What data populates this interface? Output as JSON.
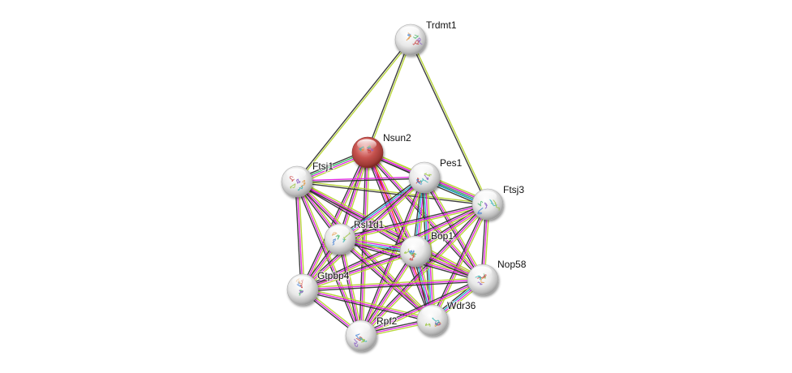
{
  "title": "Protein interaction network",
  "colors": {
    "query_node": "#c0504d",
    "node": "#e6e6e6",
    "edge_textmining": "#b5d432",
    "edge_coexpression": "#333333",
    "edge_experiments": "#e020e0",
    "edge_databases": "#20b0d0",
    "edge_neighborhood": "#30c060",
    "edge_fusion": "#ff2020"
  },
  "nodes": [
    {
      "id": "Trdmt1",
      "label": "Trdmt1",
      "query": false
    },
    {
      "id": "Nsun2",
      "label": "Nsun2",
      "query": true
    },
    {
      "id": "Ftsj1",
      "label": "Ftsj1",
      "query": false
    },
    {
      "id": "Pes1",
      "label": "Pes1",
      "query": false
    },
    {
      "id": "Ftsj3",
      "label": "Ftsj3",
      "query": false
    },
    {
      "id": "Rsl1d1",
      "label": "Rsl1d1",
      "query": false
    },
    {
      "id": "Bop1",
      "label": "Bop1",
      "query": false
    },
    {
      "id": "Gtpbp4",
      "label": "Gtpbp4",
      "query": false
    },
    {
      "id": "Nop58",
      "label": "Nop58",
      "query": false
    },
    {
      "id": "Wdr36",
      "label": "Wdr36",
      "query": false
    },
    {
      "id": "Rpf2",
      "label": "Rpf2",
      "query": false
    }
  ],
  "edges": [
    {
      "a": "Trdmt1",
      "b": "Nsun2",
      "types": [
        "textmining",
        "coexpression"
      ]
    },
    {
      "a": "Trdmt1",
      "b": "Ftsj1",
      "types": [
        "textmining",
        "coexpression"
      ]
    },
    {
      "a": "Trdmt1",
      "b": "Ftsj3",
      "types": [
        "textmining",
        "coexpression"
      ]
    },
    {
      "a": "Nsun2",
      "b": "Ftsj1",
      "types": [
        "textmining",
        "experiments",
        "neighborhood",
        "coexpression"
      ]
    },
    {
      "a": "Nsun2",
      "b": "Pes1",
      "types": [
        "textmining",
        "experiments",
        "coexpression"
      ]
    },
    {
      "a": "Nsun2",
      "b": "Ftsj3",
      "types": [
        "textmining",
        "experiments",
        "coexpression"
      ]
    },
    {
      "a": "Nsun2",
      "b": "Rsl1d1",
      "types": [
        "textmining",
        "experiments",
        "coexpression"
      ]
    },
    {
      "a": "Nsun2",
      "b": "Bop1",
      "types": [
        "textmining",
        "experiments",
        "coexpression"
      ]
    },
    {
      "a": "Nsun2",
      "b": "Gtpbp4",
      "types": [
        "textmining",
        "experiments",
        "coexpression"
      ]
    },
    {
      "a": "Nsun2",
      "b": "Nop58",
      "types": [
        "textmining",
        "experiments",
        "coexpression"
      ]
    },
    {
      "a": "Nsun2",
      "b": "Wdr36",
      "types": [
        "fusion",
        "experiments",
        "coexpression"
      ]
    },
    {
      "a": "Nsun2",
      "b": "Rpf2",
      "types": [
        "textmining",
        "experiments",
        "coexpression"
      ]
    },
    {
      "a": "Ftsj1",
      "b": "Pes1",
      "types": [
        "experiments",
        "coexpression"
      ]
    },
    {
      "a": "Ftsj1",
      "b": "Ftsj3",
      "types": [
        "textmining",
        "coexpression"
      ]
    },
    {
      "a": "Ftsj1",
      "b": "Rsl1d1",
      "types": [
        "textmining",
        "experiments",
        "coexpression"
      ]
    },
    {
      "a": "Ftsj1",
      "b": "Bop1",
      "types": [
        "textmining",
        "experiments",
        "coexpression"
      ]
    },
    {
      "a": "Ftsj1",
      "b": "Gtpbp4",
      "types": [
        "textmining",
        "experiments",
        "coexpression"
      ]
    },
    {
      "a": "Ftsj1",
      "b": "Nop58",
      "types": [
        "textmining",
        "experiments",
        "coexpression"
      ]
    },
    {
      "a": "Ftsj1",
      "b": "Wdr36",
      "types": [
        "textmining",
        "experiments",
        "coexpression"
      ]
    },
    {
      "a": "Ftsj1",
      "b": "Rpf2",
      "types": [
        "textmining",
        "experiments",
        "coexpression"
      ]
    },
    {
      "a": "Pes1",
      "b": "Ftsj3",
      "types": [
        "textmining",
        "experiments",
        "neighborhood",
        "databases",
        "coexpression"
      ]
    },
    {
      "a": "Pes1",
      "b": "Rsl1d1",
      "types": [
        "textmining",
        "experiments",
        "databases",
        "coexpression"
      ]
    },
    {
      "a": "Pes1",
      "b": "Bop1",
      "types": [
        "textmining",
        "experiments",
        "databases",
        "coexpression"
      ]
    },
    {
      "a": "Pes1",
      "b": "Gtpbp4",
      "types": [
        "textmining",
        "experiments",
        "coexpression"
      ]
    },
    {
      "a": "Pes1",
      "b": "Nop58",
      "types": [
        "textmining",
        "experiments",
        "coexpression"
      ]
    },
    {
      "a": "Pes1",
      "b": "Wdr36",
      "types": [
        "textmining",
        "experiments",
        "databases",
        "coexpression"
      ]
    },
    {
      "a": "Pes1",
      "b": "Rpf2",
      "types": [
        "textmining",
        "experiments",
        "coexpression"
      ]
    },
    {
      "a": "Ftsj3",
      "b": "Rsl1d1",
      "types": [
        "textmining",
        "experiments",
        "coexpression"
      ]
    },
    {
      "a": "Ftsj3",
      "b": "Bop1",
      "types": [
        "textmining",
        "experiments",
        "coexpression"
      ]
    },
    {
      "a": "Ftsj3",
      "b": "Gtpbp4",
      "types": [
        "textmining",
        "experiments",
        "coexpression"
      ]
    },
    {
      "a": "Ftsj3",
      "b": "Nop58",
      "types": [
        "textmining",
        "experiments",
        "coexpression"
      ]
    },
    {
      "a": "Ftsj3",
      "b": "Wdr36",
      "types": [
        "textmining",
        "experiments",
        "coexpression"
      ]
    },
    {
      "a": "Ftsj3",
      "b": "Rpf2",
      "types": [
        "textmining",
        "experiments",
        "coexpression"
      ]
    },
    {
      "a": "Rsl1d1",
      "b": "Bop1",
      "types": [
        "textmining",
        "experiments",
        "databases",
        "coexpression"
      ]
    },
    {
      "a": "Rsl1d1",
      "b": "Gtpbp4",
      "types": [
        "textmining",
        "experiments",
        "coexpression"
      ]
    },
    {
      "a": "Rsl1d1",
      "b": "Nop58",
      "types": [
        "textmining",
        "experiments",
        "coexpression"
      ]
    },
    {
      "a": "Rsl1d1",
      "b": "Wdr36",
      "types": [
        "textmining",
        "experiments",
        "coexpression"
      ]
    },
    {
      "a": "Rsl1d1",
      "b": "Rpf2",
      "types": [
        "textmining",
        "experiments",
        "coexpression"
      ]
    },
    {
      "a": "Bop1",
      "b": "Gtpbp4",
      "types": [
        "textmining",
        "experiments",
        "coexpression"
      ]
    },
    {
      "a": "Bop1",
      "b": "Nop58",
      "types": [
        "textmining",
        "experiments",
        "coexpression"
      ]
    },
    {
      "a": "Bop1",
      "b": "Wdr36",
      "types": [
        "textmining",
        "experiments",
        "databases",
        "coexpression"
      ]
    },
    {
      "a": "Bop1",
      "b": "Rpf2",
      "types": [
        "textmining",
        "experiments",
        "coexpression"
      ]
    },
    {
      "a": "Gtpbp4",
      "b": "Nop58",
      "types": [
        "textmining",
        "experiments",
        "coexpression"
      ]
    },
    {
      "a": "Gtpbp4",
      "b": "Wdr36",
      "types": [
        "textmining",
        "experiments",
        "coexpression"
      ]
    },
    {
      "a": "Gtpbp4",
      "b": "Rpf2",
      "types": [
        "textmining",
        "experiments",
        "coexpression"
      ]
    },
    {
      "a": "Nop58",
      "b": "Wdr36",
      "types": [
        "textmining",
        "experiments",
        "databases",
        "coexpression"
      ]
    },
    {
      "a": "Nop58",
      "b": "Rpf2",
      "types": [
        "textmining",
        "experiments",
        "coexpression"
      ]
    },
    {
      "a": "Wdr36",
      "b": "Rpf2",
      "types": [
        "textmining",
        "experiments",
        "coexpression"
      ]
    }
  ]
}
